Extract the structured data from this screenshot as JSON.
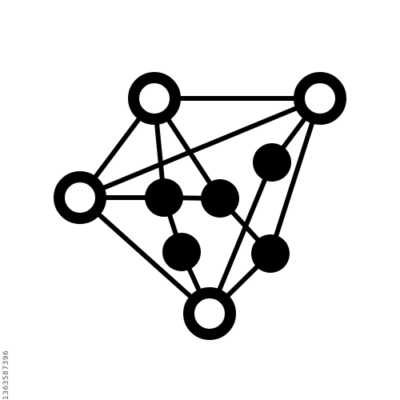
{
  "diagram": {
    "icon": "network-graph-icon",
    "colors": {
      "ink": "#000000",
      "fill": "#ffffff",
      "background": "#ffffff"
    },
    "nodes": [
      {
        "id": "hub-top-left",
        "kind": "hollow"
      },
      {
        "id": "hub-top-right",
        "kind": "hollow"
      },
      {
        "id": "hub-left",
        "kind": "hollow"
      },
      {
        "id": "hub-bottom",
        "kind": "hollow"
      },
      {
        "id": "node-inner-left",
        "kind": "solid"
      },
      {
        "id": "node-inner-middle",
        "kind": "solid"
      },
      {
        "id": "node-inner-lower",
        "kind": "solid"
      },
      {
        "id": "node-right-upper",
        "kind": "solid"
      },
      {
        "id": "node-right-lower",
        "kind": "solid"
      }
    ],
    "edges": [
      [
        "hub-top-left",
        "hub-top-right"
      ],
      [
        "hub-top-left",
        "hub-left"
      ],
      [
        "hub-top-left",
        "node-inner-left"
      ],
      [
        "hub-top-left",
        "node-inner-middle"
      ],
      [
        "hub-left",
        "hub-top-right"
      ],
      [
        "hub-left",
        "node-inner-left"
      ],
      [
        "node-inner-left",
        "node-inner-middle"
      ],
      [
        "hub-left",
        "hub-bottom"
      ],
      [
        "node-inner-left",
        "node-inner-lower"
      ],
      [
        "node-inner-lower",
        "hub-bottom"
      ],
      [
        "node-inner-middle",
        "node-right-lower"
      ],
      [
        "hub-top-right",
        "node-right-upper"
      ],
      [
        "hub-top-right",
        "node-right-lower"
      ],
      [
        "node-right-upper",
        "hub-bottom"
      ],
      [
        "node-right-lower",
        "hub-bottom"
      ]
    ]
  },
  "watermark": {
    "id_text": "1363587396"
  }
}
